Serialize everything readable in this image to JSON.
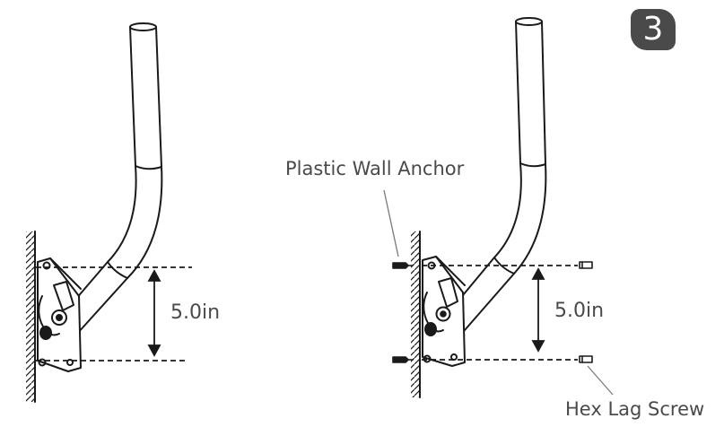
{
  "step_number": "3",
  "left_diagram": {
    "dimension_label": "5.0in"
  },
  "right_diagram": {
    "dimension_label": "5.0in",
    "anchor_label": "Plastic Wall Anchor",
    "screw_label": "Hex Lag Screw"
  },
  "colors": {
    "line": "#1a1a1a",
    "label_text": "#4a4a4a",
    "badge": "#4a4a4a"
  }
}
